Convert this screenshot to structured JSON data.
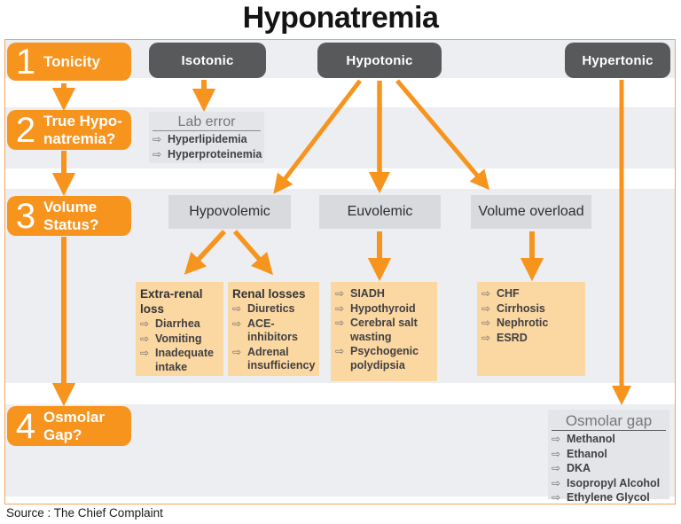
{
  "title": "Hyponatremia",
  "source_note": "Source : The Chief Complaint",
  "bullet": "⇨",
  "colors": {
    "accent_orange": "#f7941e",
    "pale_orange": "#fbd7a2",
    "dark_gray_box": "#58595b",
    "volume_gray_box": "#d8dadd",
    "panel_gray": "#e4e5e8",
    "stripe_gray": "#eceef1",
    "frame_border": "#f2a45c"
  },
  "steps": [
    {
      "num": "1",
      "label": "Tonicity"
    },
    {
      "num": "2",
      "label": "True Hypo-\nnatremia?"
    },
    {
      "num": "3",
      "label": "Volume\nStatus?"
    },
    {
      "num": "4",
      "label": "Osmolar\nGap?"
    }
  ],
  "tonicity": [
    {
      "label": "Isotonic"
    },
    {
      "label": "Hypotonic"
    },
    {
      "label": "Hypertonic"
    }
  ],
  "lab_error": {
    "title": "Lab error",
    "items": [
      "Hyperlipidemia",
      "Hyperproteinemia"
    ]
  },
  "volume_status": [
    {
      "label": "Hypovolemic"
    },
    {
      "label": "Euvolemic"
    },
    {
      "label": "Volume overload"
    }
  ],
  "causes": {
    "extra_renal": {
      "title": "Extra-renal loss",
      "items": [
        "Diarrhea",
        "Vomiting",
        "Inadequate intake"
      ]
    },
    "renal": {
      "title": "Renal losses",
      "items": [
        "Diuretics",
        "ACE-inhibitors",
        "Adrenal insufficiency"
      ]
    },
    "euvolemic": {
      "items": [
        "SIADH",
        "Hypothyroid",
        "Cerebral salt wasting",
        "Psychogenic polydipsia"
      ]
    },
    "overload": {
      "items": [
        "CHF",
        "Cirrhosis",
        "Nephrotic",
        "ESRD"
      ]
    }
  },
  "osmolar_gap": {
    "title": "Osmolar gap",
    "items": [
      "Methanol",
      "Ethanol",
      "DKA",
      "Isopropyl Alcohol",
      "Ethylene Glycol"
    ]
  }
}
